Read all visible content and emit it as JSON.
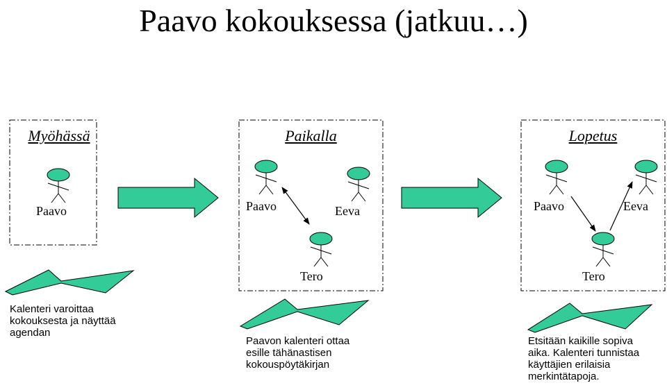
{
  "title": "Paavo kokouksessa (jatkuu…)",
  "colors": {
    "accent": "#33cc99",
    "line": "#000000"
  },
  "panels": [
    {
      "title": "Myöhässä",
      "people": [
        "Paavo"
      ],
      "caption": "Kalenteri varoittaa\nkokouksesta ja näyttää\nagendan"
    },
    {
      "title": "Paikalla",
      "people": [
        "Paavo",
        "Eeva",
        "Tero"
      ],
      "caption": "Paavon kalenteri ottaa\nesille tähänastisen\nkokouspöytäkirjan"
    },
    {
      "title": "Lopetus",
      "people": [
        "Paavo",
        "Eeva",
        "Tero"
      ],
      "caption": "Etsitään kaikille sopiva\naika. Kalenteri tunnistaa\nkäyttäjien erilaisia\nmerkintätapoja."
    }
  ],
  "icons": {
    "person": "stick-figure-icon",
    "transition": "right-arrow-icon",
    "notification": "lightning-icon"
  }
}
